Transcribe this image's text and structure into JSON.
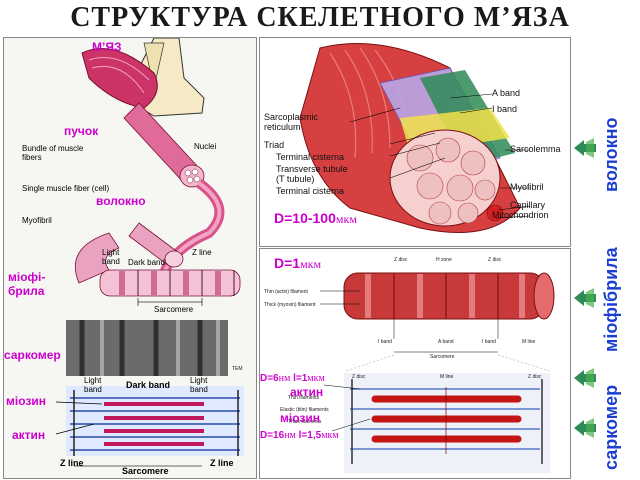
{
  "title": "СТРУКТУРА СКЕЛЕТНОГО М’ЯЗА",
  "left_panel": {
    "muscle": "М’ЯЗ",
    "bundle_ua": "пучок",
    "bundle_en": "Bundle of muscle fibers",
    "nuclei": "Nuclei",
    "fiber_en": "Single muscle fiber (cell)",
    "fiber_ua": "волокно",
    "myofibril_en": "Myofibril",
    "myofibril_ua_1": "міофі-",
    "myofibril_ua_2": "брила",
    "light_band": "Light band",
    "dark_band": "Dark band",
    "z_line": "Z line",
    "sarcomere_en": "Sarcomere",
    "sarcomere_ua": "саркомер",
    "tem": "TEM",
    "light_band_2": "Light band",
    "dark_band_2": "Dark band",
    "light_band_3": "Light band",
    "myosin_ua": "міозин",
    "actin_ua": "актин",
    "z_line_2": "Z line",
    "sarcomere_2": "Sarcomere",
    "z_line_3": "Z line"
  },
  "top_right": {
    "a_band": "A band",
    "i_band": "I band",
    "sr_1": "Sarcoplasmic",
    "sr_2": "reticulum",
    "triad": "Triad",
    "tc_1": "Terminal cisterna",
    "tt_1": "Transverse tubule",
    "tt_2": "(T tubule)",
    "tc_2": "Terminal cisterna",
    "sarcolemma": "Sarcolemma",
    "myofibril": "Myofibril",
    "capillary": "Capillary",
    "mitochondrion": "Mitochondrion",
    "diameter": "D=10-100",
    "diameter_unit": "мкм"
  },
  "bottom_right": {
    "diameter": "D=1",
    "diameter_unit": "мкм",
    "z_disc": "Z disc",
    "h_zone": "H zone",
    "z_disc_2": "Z disc",
    "thin_filament": "Thin (actin) filament",
    "thick_filament": "Thick (myosin) filament",
    "i_band": "I band",
    "a_band": "A band",
    "i_band_2": "I band",
    "m_line": "M line",
    "sarcomere": "Sarcomere",
    "actin_dims": "D=6",
    "actin_dims_unit_1": "нм",
    "actin_dims_2": "l=1",
    "actin_dims_unit_2": "мкм",
    "actin_ua": "актин",
    "z_disc_3": "Z disc",
    "m_line_2": "M line",
    "z_disc_4": "Z disc",
    "thin_filaments": "Thin filaments",
    "elastic_filaments": "Elastic (titin) filaments",
    "thick_filaments": "Thick filaments",
    "myosin_ua": "міозин",
    "myosin_dims": "D=16",
    "myosin_dims_unit_1": "нм",
    "myosin_dims_2": "l=1,5",
    "myosin_dims_unit_2": "мкм"
  },
  "side_labels": {
    "fiber": "волокно",
    "myofibril": "міофібрила",
    "sarcomere": "саркомер"
  },
  "colors": {
    "magenta": "#cc00cc",
    "blue": "#1a3fd1",
    "muscle_red": "#d43a3a",
    "arrow_green": "#2e8b57"
  },
  "icons": [
    "green-arrow-icon",
    "green-arrow-icon",
    "green-arrow-icon",
    "green-arrow-icon"
  ]
}
